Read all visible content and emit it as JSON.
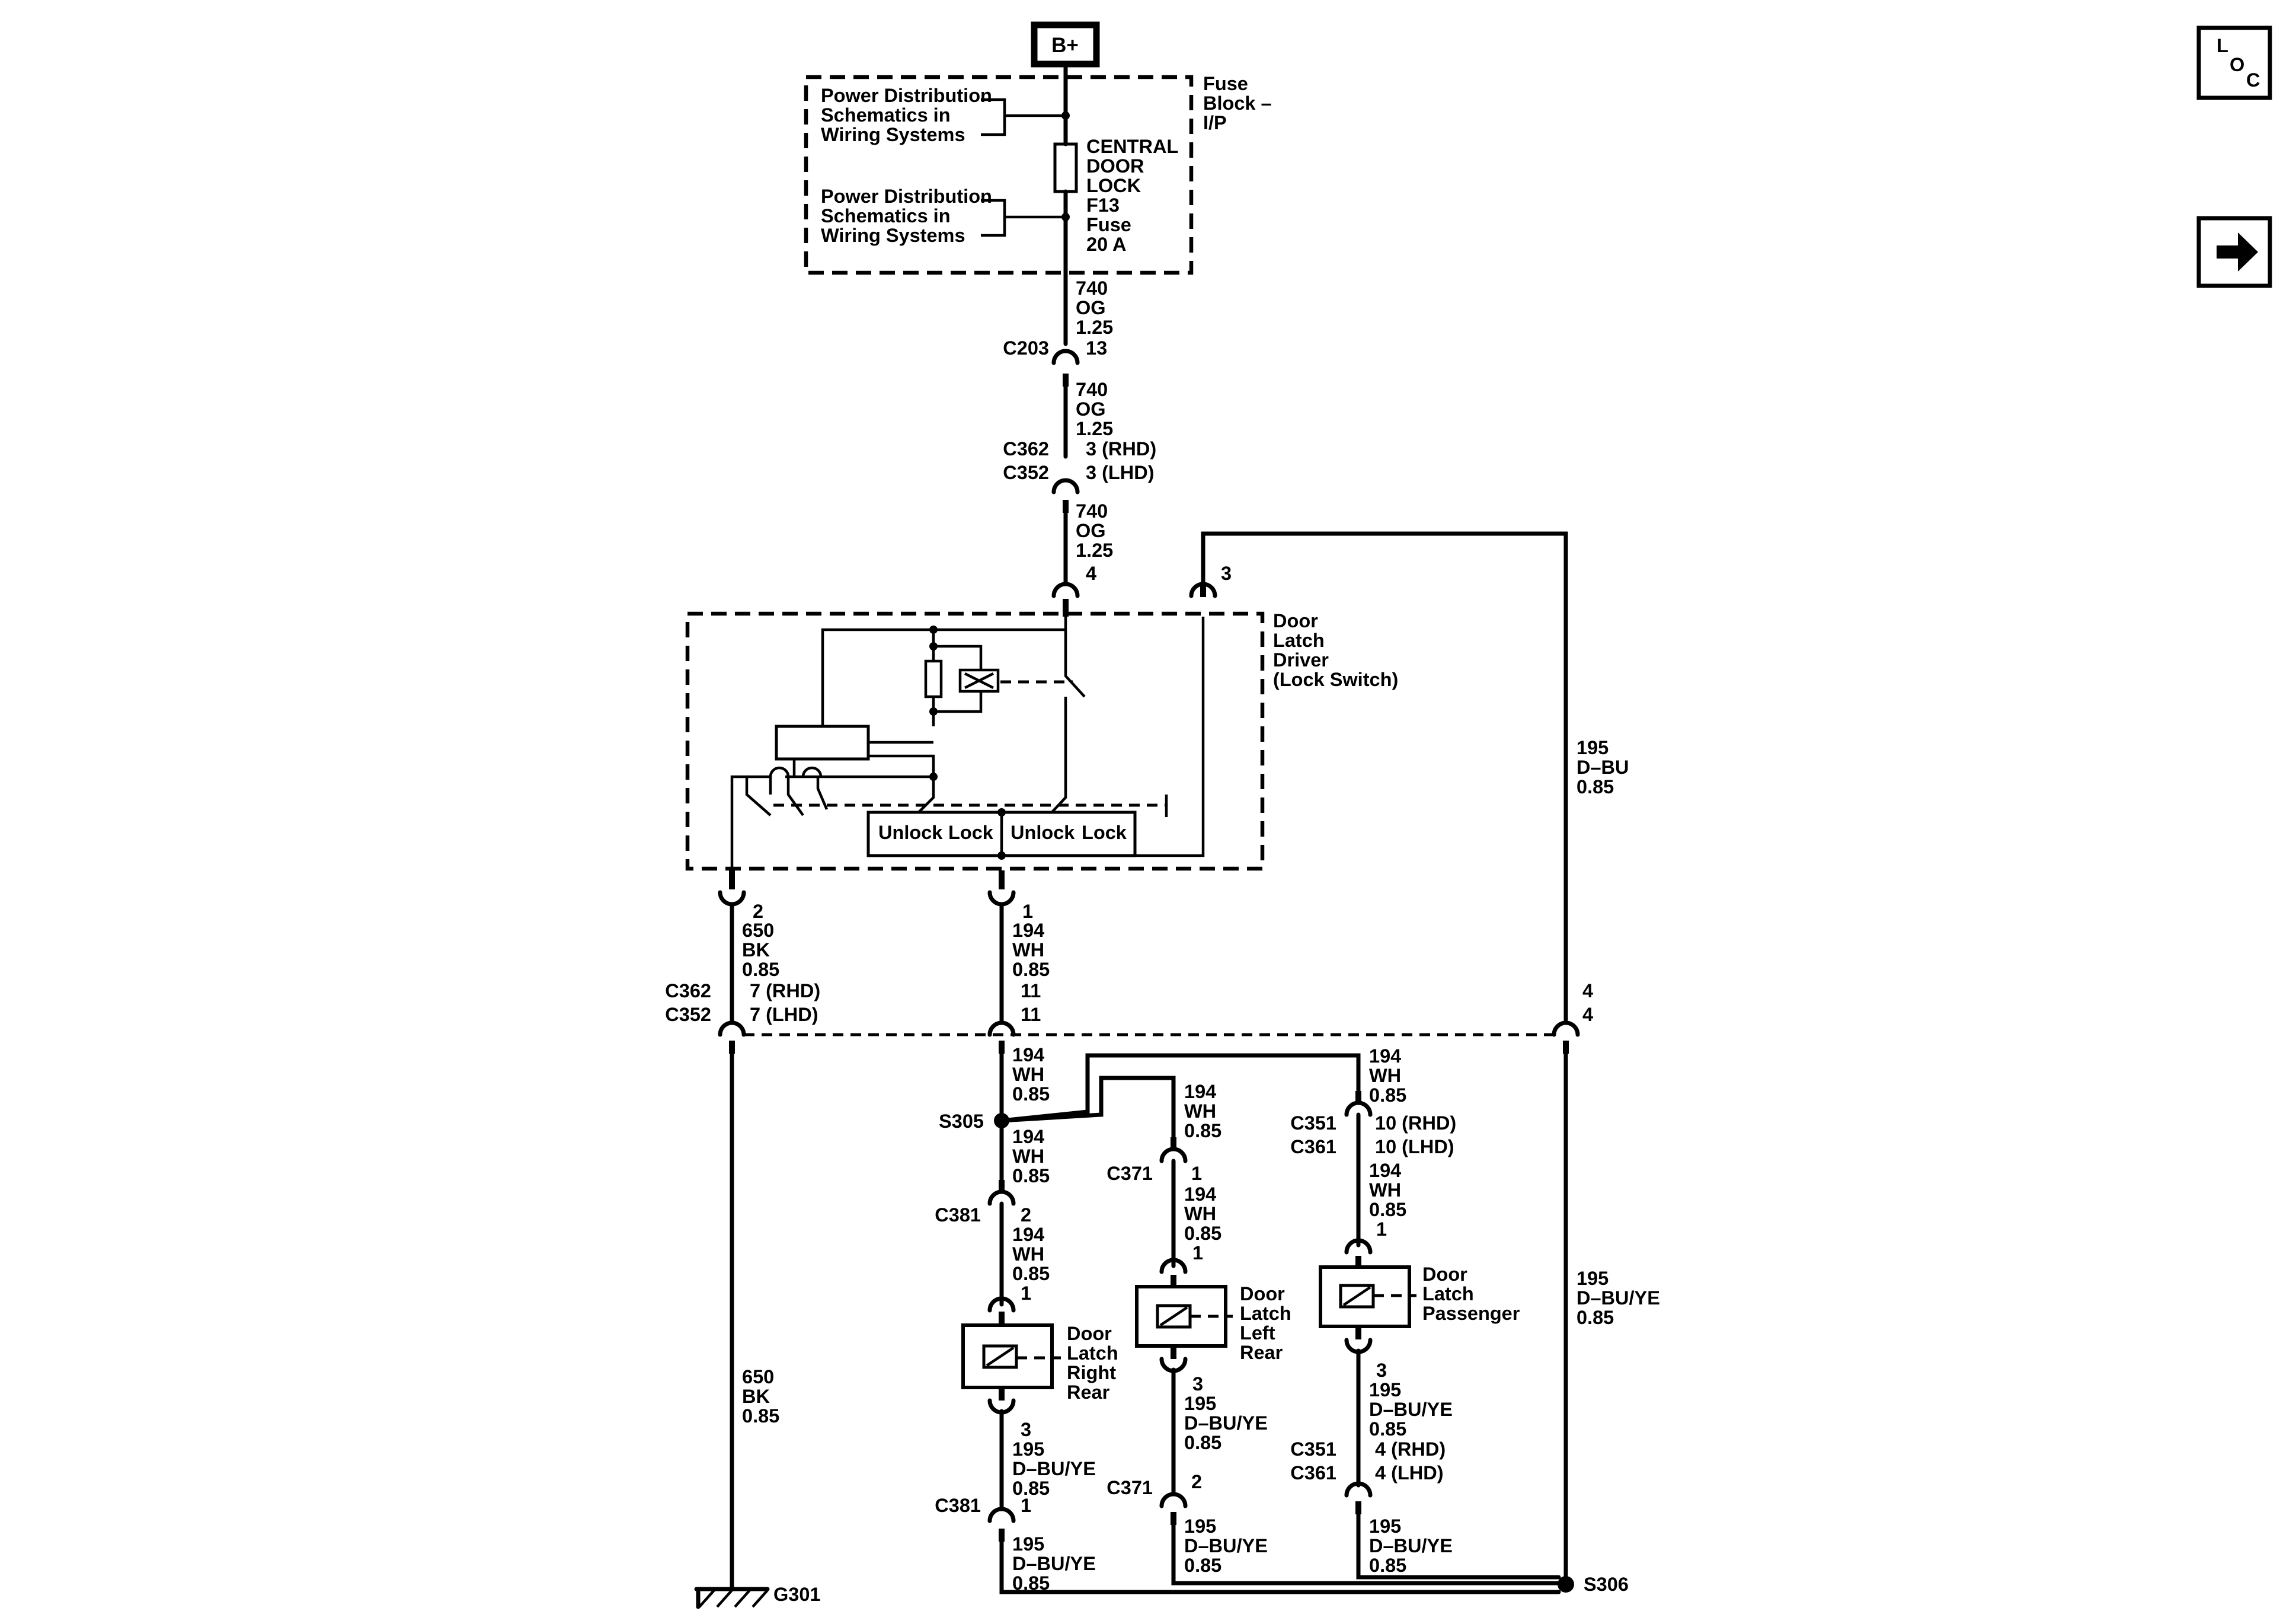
{
  "power": {
    "label": "B+"
  },
  "loc_icon": {
    "letters": [
      "L",
      "O",
      "C"
    ]
  },
  "arrow_icon": {
    "name": "right-arrow-icon"
  },
  "fuse_block": {
    "name": [
      "Fuse",
      "Block –",
      "I/P"
    ],
    "power_ref_1": [
      "Power Distribution",
      "Schematics in",
      "Wiring Systems"
    ],
    "power_ref_2": [
      "Power Distribution",
      "Schematics in",
      "Wiring Systems"
    ],
    "fuse": [
      "CENTRAL",
      "DOOR",
      "LOCK",
      "F13",
      "Fuse",
      "20 A"
    ]
  },
  "wires": {
    "w740_a": [
      "740",
      "OG",
      "1.25"
    ],
    "w740_b": [
      "740",
      "OG",
      "1.25"
    ],
    "w740_c": [
      "740",
      "OG",
      "1.25"
    ],
    "w195_dbu": [
      "195",
      "D–BU",
      "0.85"
    ],
    "w650_a": [
      "650",
      "BK",
      "0.85"
    ],
    "w194_a": [
      "194",
      "WH",
      "0.85"
    ],
    "w194_b": [
      "194",
      "WH",
      "0.85"
    ],
    "w194_c": [
      "194",
      "WH",
      "0.85"
    ],
    "w194_d": [
      "194",
      "WH",
      "0.85"
    ],
    "w194_e": [
      "194",
      "WH",
      "0.85"
    ],
    "w194_f": [
      "194",
      "WH",
      "0.85"
    ],
    "w194_g": [
      "194",
      "WH",
      "0.85"
    ],
    "w194_h": [
      "194",
      "WH",
      "0.85"
    ],
    "w195_dbuye_right": [
      "195",
      "D–BU/YE",
      "0.85"
    ],
    "w650_b": [
      "650",
      "BK",
      "0.85"
    ],
    "w195_rr_a": [
      "195",
      "D–BU/YE",
      "0.85"
    ],
    "w195_rr_b": [
      "195",
      "D–BU/YE",
      "0.85"
    ],
    "w195_lr_a": [
      "195",
      "D–BU/YE",
      "0.85"
    ],
    "w195_lr_b": [
      "195",
      "D–BU/YE",
      "0.85"
    ],
    "w195_p_a": [
      "195",
      "D–BU/YE",
      "0.85"
    ],
    "w195_p_b": [
      "195",
      "D–BU/YE",
      "0.85"
    ]
  },
  "connectors": {
    "c203": "C203",
    "c203_pin": "13",
    "c362_top": "C362",
    "c352_top": "C352",
    "c362_top_pin": "3 (RHD)",
    "c352_top_pin": "3 (LHD)",
    "driver_pin4": "4",
    "driver_pin3": "3",
    "driver_pin2": "2",
    "driver_pin1": "1",
    "c362_bot": "C362",
    "c352_bot": "C352",
    "c362_bot_pin_a": "7 (RHD)",
    "c352_bot_pin_a": "7 (LHD)",
    "c362_bot_pin_b": "11",
    "c352_bot_pin_b": "11",
    "c362_bot_pin_c": "4",
    "c352_bot_pin_c": "4",
    "s305": "S305",
    "s306": "S306",
    "g301": "G301",
    "c381_top": "C381",
    "c381_top_pin": "2",
    "c381_bot": "C381",
    "c381_bot_pin": "1",
    "c371_top": "C371",
    "c371_top_pin": "1",
    "c371_bot": "C371",
    "c371_bot_pin": "2",
    "c351_top": "C351",
    "c361_top": "C361",
    "c351_top_pin": "10 (RHD)",
    "c361_top_pin": "10 (LHD)",
    "c351_bot": "C351",
    "c361_bot": "C361",
    "c351_bot_pin": "4 (RHD)",
    "c361_bot_pin": "4 (LHD)",
    "rr_pin1": "1",
    "rr_pin3": "3",
    "lr_pin1": "1",
    "lr_pin3": "3",
    "p_pin1": "1",
    "p_pin3": "3"
  },
  "components": {
    "driver_latch": [
      "Door",
      "Latch",
      "Driver",
      "(Lock Switch)"
    ],
    "switch_labels": [
      "Unlock",
      "Lock",
      "Unlock",
      "Lock"
    ],
    "right_rear": [
      "Door",
      "Latch",
      "Right",
      "Rear"
    ],
    "left_rear": [
      "Door",
      "Latch",
      "Left",
      "Rear"
    ],
    "passenger": [
      "Door",
      "Latch",
      "Passenger"
    ]
  }
}
